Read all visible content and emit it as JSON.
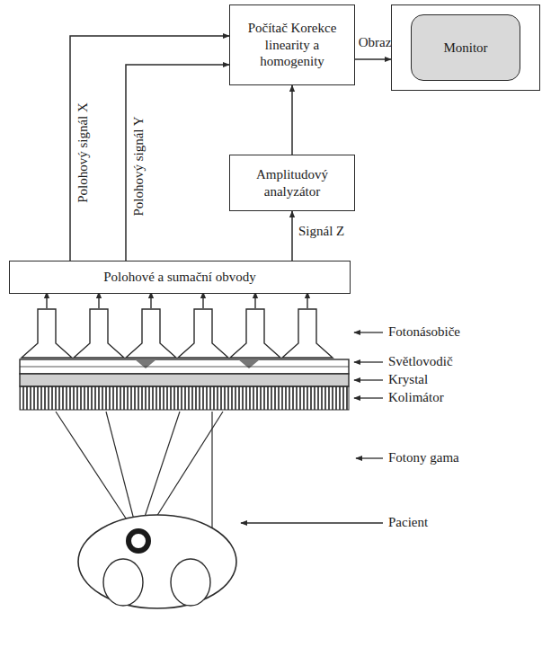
{
  "diagram": {
    "nodes": [
      {
        "text": [
          "Počítač Korekce linearity a homogenity"
        ]
      },
      {
        "text": [
          "Monitor"
        ]
      },
      {
        "text": [
          "Amplitudový analyzátor"
        ]
      },
      {
        "text": [
          "Polohové a sumační obvody"
        ]
      }
    ],
    "edges": [
      {
        "from": 3,
        "to": 0,
        "arrow": "to",
        "label": "Polohový signál X"
      },
      {
        "from": 3,
        "to": 0,
        "arrow": "to",
        "label": "Polohový signál Y"
      },
      {
        "from": 3,
        "to": 2,
        "arrow": "to",
        "label": "Signál Z"
      },
      {
        "from": 2,
        "to": 0,
        "arrow": "to"
      },
      {
        "from": 0,
        "to": 1,
        "arrow": "to",
        "label": "Obraz"
      }
    ],
    "labels": [
      "Fotonásobiče",
      "Světlovodič",
      "Krystal",
      "Kolimátor",
      "Fotony gama",
      "Pacient"
    ]
  }
}
